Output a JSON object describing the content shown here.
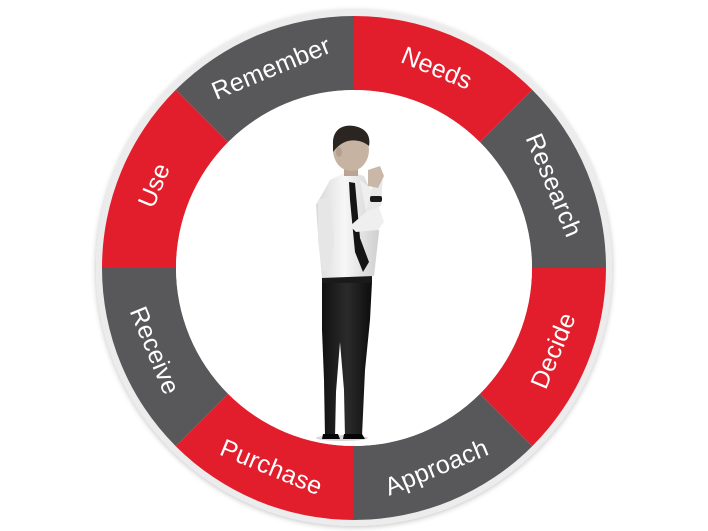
{
  "cycle": {
    "segments": [
      {
        "label": "Needs",
        "color": "#e31e2c"
      },
      {
        "label": "Research",
        "color": "#58585a"
      },
      {
        "label": "Decide",
        "color": "#e31e2c"
      },
      {
        "label": "Approach",
        "color": "#58585a"
      },
      {
        "label": "Purchase",
        "color": "#e31e2c"
      },
      {
        "label": "Receive",
        "color": "#58585a"
      },
      {
        "label": "Use",
        "color": "#e31e2c"
      },
      {
        "label": "Remember",
        "color": "#58585a"
      }
    ],
    "outer_rim_color": "#ececec",
    "inner_fill_color": "#ffffff"
  },
  "figure": {
    "description_icon": "thinking-businessman-figure"
  }
}
